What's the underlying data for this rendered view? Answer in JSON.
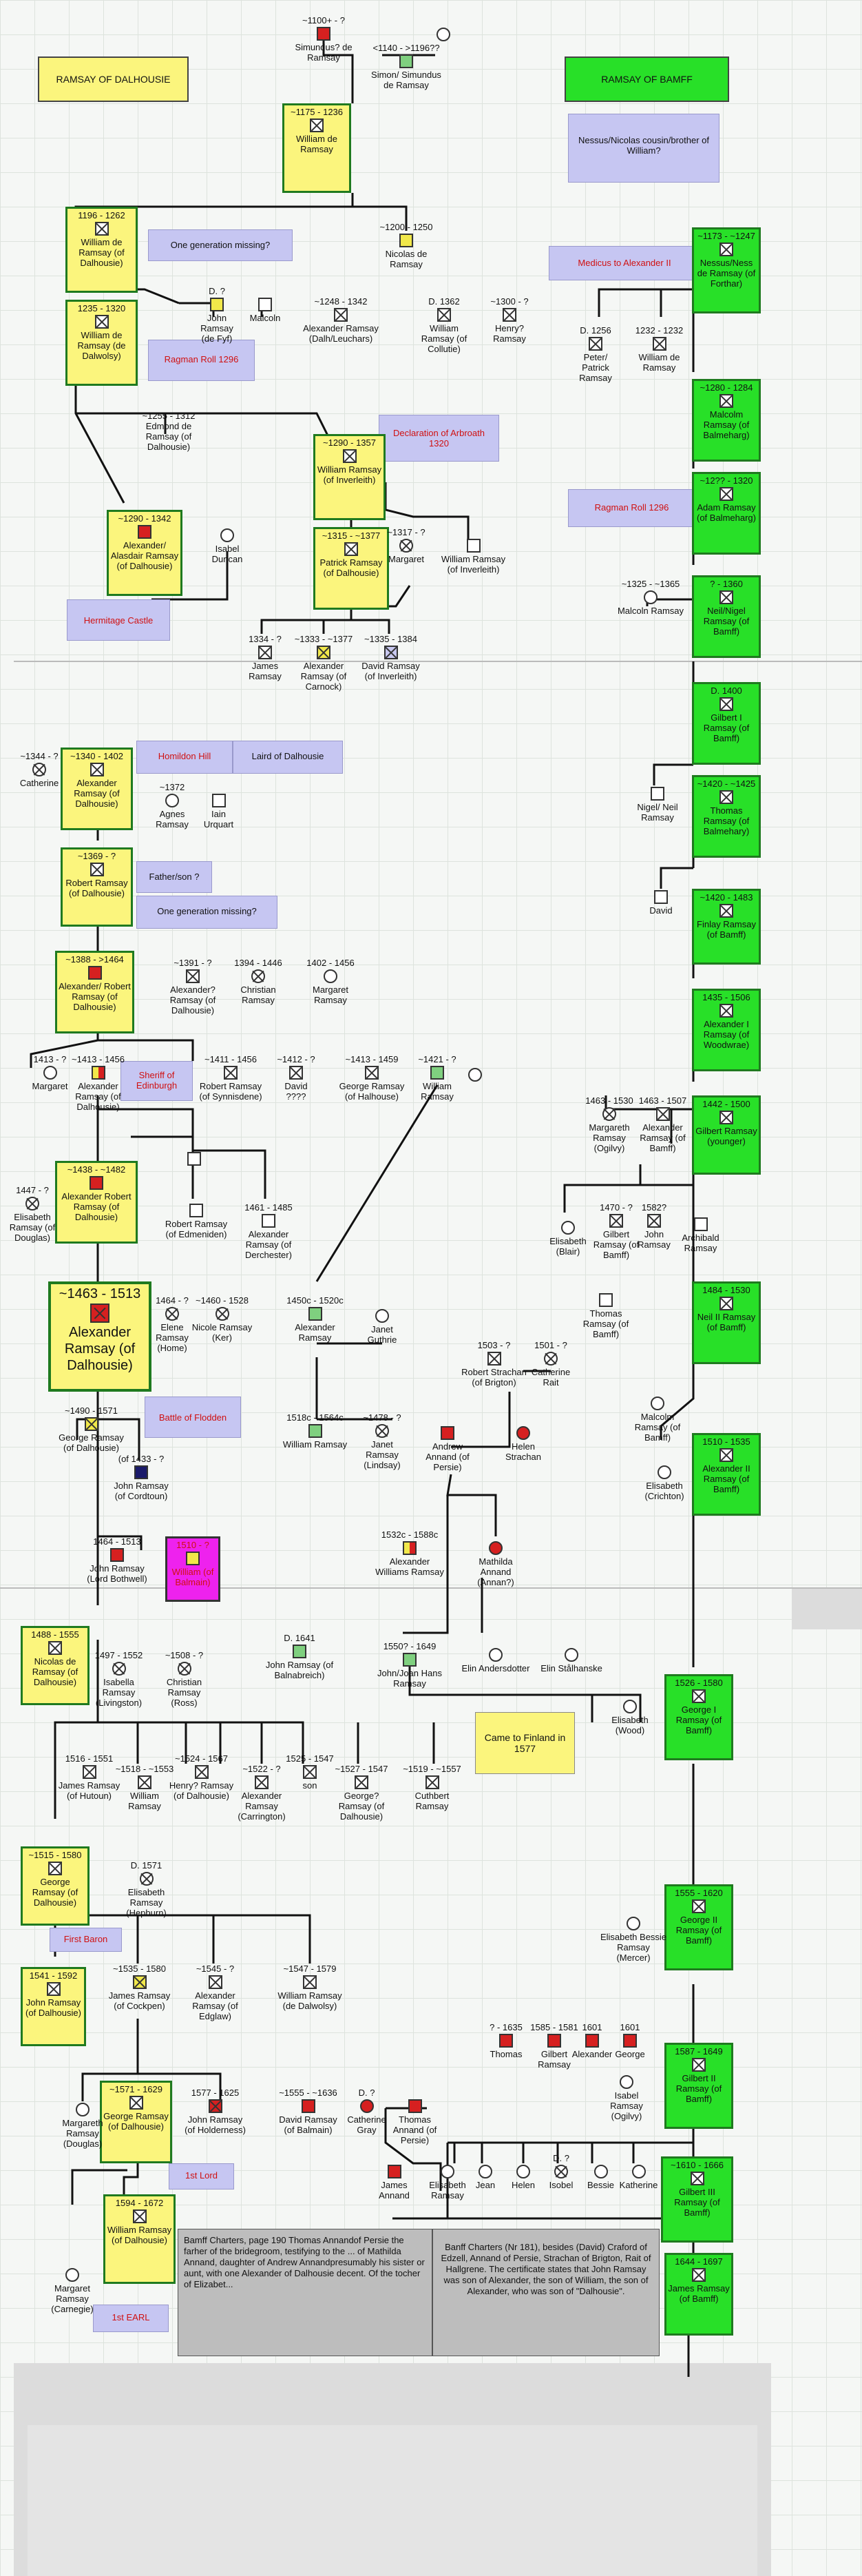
{
  "titles": {
    "dalhousie": "RAMSAY OF DALHOUSIE",
    "banff": "RAMSAY OF BAMFF"
  },
  "notes": {
    "nessus": "Nessus/Nicolas cousin/brother of William?",
    "onegen1": "One generation missing?",
    "medicus": "Medicus to Alexander II",
    "ragman1": "Ragman Roll 1296",
    "arbroath": "Declaration of Arbroath 1320",
    "ragman2": "Ragman Roll 1296",
    "hermitage": "Hermitage Castle",
    "homildon": "Homildon Hill",
    "laird": "Laird of Dalhousie",
    "fatherson": "Father/son ?",
    "onegen2": "One generation missing?",
    "sheriff": "Sheriff of Edinburgh",
    "flodden": "Battle of Flodden",
    "finland": "Came to Finland in 1577",
    "firstbaron": "First Baron",
    "firstlord": "1st Lord",
    "firstearl": "1st EARL"
  },
  "persons": {
    "simundus": {
      "date": "~1100+ - ?",
      "name": "Simundus? de Ramsay"
    },
    "simon": {
      "date": "<1140 - >1196??",
      "name": "Simon/ Simundus de Ramsay"
    },
    "william1": {
      "date": "~1175 - 1236",
      "name": "William de Ramsay"
    },
    "william2": {
      "date": "1196 - 1262",
      "name": "William de Ramsay (of Dalhousie)"
    },
    "william3": {
      "date": "1235 - 1320",
      "name": "William de Ramsay (de Dalwolsy)"
    },
    "johnfyf": {
      "date": "D. ?",
      "name": "John Ramsay (de Fyf)"
    },
    "malcolm1": {
      "date": "",
      "name": "Malcoln"
    },
    "nicolas": {
      "date": "~1200 - 1250",
      "name": "Nicolas de Ramsay"
    },
    "alexdalh": {
      "date": "~1248 - 1342",
      "name": "Alexander Ramsay (Dalh/Leuchars)"
    },
    "wcollute": {
      "date": "D. 1362",
      "name": "William Ramsay (of Collutie)"
    },
    "henry": {
      "date": "~1300 - ?",
      "name": "Henry? Ramsay"
    },
    "edmond": {
      "date": "~1255 - 1312",
      "name": "Edmond de Ramsay (of Dalhousie)"
    },
    "winverl": {
      "date": "~1290 - 1357",
      "name": "William Ramsay (of Inverleith)"
    },
    "alexander1": {
      "date": "~1290 - 1342",
      "name": "Alexander/ Alasdair Ramsay (of Dalhousie)"
    },
    "isabel": {
      "date": "",
      "name": "Isabel Duncan"
    },
    "patrick": {
      "date": "~1315 - ~1377",
      "name": "Patrick Ramsay (of Dalhousie)"
    },
    "margaret1": {
      "date": "~1317 - ?",
      "name": "Margaret"
    },
    "winverl2": {
      "date": "",
      "name": "William Ramsay (of Inverleith)"
    },
    "james1": {
      "date": "1334 - ?",
      "name": "James Ramsay"
    },
    "alexcarnock": {
      "date": "~1333 - ~1377",
      "name": "Alexander Ramsay (of Carnock)"
    },
    "david1": {
      "date": "~1335 - 1384",
      "name": "David Ramsay (of Inverleith)"
    },
    "peter": {
      "date": "D. 1256",
      "name": "Peter/ Patrick Ramsay"
    },
    "wram": {
      "date": "1232 - 1232",
      "name": "William de Ramsay"
    },
    "malcolm2": {
      "date": "~1325 - ~1365",
      "name": "Malcoln Ramsay"
    },
    "catherine1": {
      "date": "~1344 - ?",
      "name": "Catherine"
    },
    "alexander2": {
      "date": "~1340 - 1402",
      "name": "Alexander Ramsay (of Dalhousie)"
    },
    "agnes": {
      "date": "~1372",
      "name": "Agnes Ramsay"
    },
    "iain": {
      "date": "",
      "name": "Iain Urquart"
    },
    "robert1": {
      "date": "~1369 - ?",
      "name": "Robert Ramsay (of Dalhousie)"
    },
    "alexrob1": {
      "date": "~1388 - >1464",
      "name": "Alexander/ Robert Ramsay (of Dalhousie)"
    },
    "alexq": {
      "date": "~1391 - ?",
      "name": "Alexander? Ramsay (of Dalhousie)"
    },
    "christian1": {
      "date": "1394 - 1446",
      "name": "Christian Ramsay"
    },
    "margaret2": {
      "date": "1402 - 1456",
      "name": "Margaret Ramsay"
    },
    "margaret3": {
      "date": "1413 - ?",
      "name": "Margaret"
    },
    "alexander3": {
      "date": "~1413 - 1456",
      "name": "Alexander Ramsay (of Dalhousie)"
    },
    "robsyn": {
      "date": "~1411 - 1456",
      "name": "Robert Ramsay (of Synnisdene)"
    },
    "david2": {
      "date": "~1412 - ?",
      "name": "David ????"
    },
    "george1": {
      "date": "~1413 - 1459",
      "name": "George Ramsay (of Halhouse)"
    },
    "william4": {
      "date": "~1421 - ?",
      "name": "William Ramsay"
    },
    "elisabeth1": {
      "date": "1447 - ?",
      "name": "Elisabeth Ramsay (of Douglas)"
    },
    "alexrob2": {
      "date": "~1438 - ~1482",
      "name": "Alexander Robert Ramsay (of Dalhousie)"
    },
    "robedm": {
      "date": "",
      "name": "Robert Ramsay (of Edmeniden)"
    },
    "alexderch": {
      "date": "1461 - 1485",
      "name": "Alexander Ramsay (of Derchester)"
    },
    "alexbig": {
      "date": "~1463 - 1513",
      "name": "Alexander Ramsay (of Dalhousie)"
    },
    "elene": {
      "date": "1464 - ?",
      "name": "Elene Ramsay (Home)"
    },
    "nicole": {
      "date": "~1460 - 1528",
      "name": "Nicole Ramsay (Ker)"
    },
    "alex1450": {
      "date": "1450c - 1520c",
      "name": "Alexander Ramsay"
    },
    "janetg": {
      "date": "",
      "name": "Janet Guthrie"
    },
    "robstrachan": {
      "date": "1503 - ?",
      "name": "Robert Strachan (of Brigton)"
    },
    "cathrait": {
      "date": "1501 - ?",
      "name": "Catherine Rait"
    },
    "george2": {
      "date": "~1490 - 1571",
      "name": "George Ramsay (of Dalhousie)"
    },
    "johncord": {
      "date": "(of 1433 - ?",
      "name": "John Ramsay (of Cordtoun)"
    },
    "wram1518": {
      "date": "1518c - 1564c",
      "name": "William Ramsay"
    },
    "janetlind": {
      "date": "~1478 - ?",
      "name": "Janet Ramsay (Lindsay)"
    },
    "andrewannand": {
      "date": "",
      "name": "Andrew Annand (of Persie)"
    },
    "helen": {
      "date": "",
      "name": "Helen Strachan"
    },
    "johnbothwell": {
      "date": "1464 - 1513",
      "name": "John Ramsay (Lord Bothwell)"
    },
    "wbalmain": {
      "date": "1510 - ?",
      "name": "William (of Balmain)"
    },
    "alexwill": {
      "date": "1532c - 1588c",
      "name": "Alexander Williams Ramsay"
    },
    "mathilda": {
      "date": "",
      "name": "Mathilda Annand (Annan?)"
    },
    "nicolas2": {
      "date": "1488 - 1555",
      "name": "Nicolas de Ramsay (of Dalhousie)"
    },
    "isabella": {
      "date": "1497 - 1552",
      "name": "Isabella Ramsay (Livingston)"
    },
    "christian2": {
      "date": "~1508 - ?",
      "name": "Christian Ramsay (Ross)"
    },
    "johnbaln": {
      "date": "D. 1641",
      "name": "John Ramsay (of Balnabreich)"
    },
    "johnhans": {
      "date": "1550? - 1649",
      "name": "John/Joan Hans Ramsay"
    },
    "elin1": {
      "date": "",
      "name": "Elin Andersdotter"
    },
    "elin2": {
      "date": "",
      "name": "Elin Stålhanske"
    },
    "elisabethwood": {
      "date": "",
      "name": "Elisabeth (Wood)"
    },
    "jameshut": {
      "date": "1516 - 1551",
      "name": "James Ramsay (of Hutoun)"
    },
    "wram1518b": {
      "date": "~1518 - ~1553",
      "name": "William Ramsay"
    },
    "henrydal": {
      "date": "~1524 - 1567",
      "name": "Henry? Ramsay (of Dalhousie)"
    },
    "alexcarr": {
      "date": "~1522 - ?",
      "name": "Alexander Ramsay (Carrington)"
    },
    "son": {
      "date": "1525 - 1547",
      "name": "son"
    },
    "georgeq": {
      "date": "~1527 - 1547",
      "name": "George? Ramsay (of Dalhousie)"
    },
    "cuthbert": {
      "date": "~1519 - ~1557",
      "name": "Cuthbert Ramsay"
    },
    "george3": {
      "date": "~1515 - 1580",
      "name": "George Ramsay (of Dalhousie)"
    },
    "elisheb": {
      "date": "D. 1571",
      "name": "Elisabeth Ramsay (Hepburn)"
    },
    "elisbessie": {
      "date": "",
      "name": "Elisabeth Bessie Ramsay (Mercer)"
    },
    "john1541": {
      "date": "1541 - 1592",
      "name": "John Ramsay (of Dalhousie)"
    },
    "jamescock": {
      "date": "~1535 - 1580",
      "name": "James Ramsay (of Cockpen)"
    },
    "alexedg": {
      "date": "~1545 - ?",
      "name": "Alexander Ramsay (of Edglaw)"
    },
    "wdal": {
      "date": "~1547 - 1579",
      "name": "William Ramsay (de Dalwolsy)"
    },
    "thomas": {
      "date": "? - 1635",
      "name": "Thomas"
    },
    "gilbertram": {
      "date": "1585 - 1581",
      "name": "Gilbert Ramsay"
    },
    "alexander4": {
      "date": "1601",
      "name": "Alexander"
    },
    "george4": {
      "date": "1601",
      "name": "George"
    },
    "isabelogil": {
      "date": "",
      "name": "Isabel Ramsay (Ogilvy)"
    },
    "margdoug": {
      "date": "",
      "name": "Margareth Ramsay (Douglas)"
    },
    "george5": {
      "date": "~1571 - 1629",
      "name": "George Ramsay (of Dalhousie)"
    },
    "johnhold": {
      "date": "1577 - 1625",
      "name": "John Ramsay (of Holderness)"
    },
    "davidbalm": {
      "date": "~1555 - ~1636",
      "name": "David Ramsay (of Balmain)"
    },
    "cathgray": {
      "date": "D. ?",
      "name": "Catherine Gray"
    },
    "thomasann": {
      "date": "",
      "name": "Thomas Annand (of Persie)"
    },
    "jamesann": {
      "date": "",
      "name": "James Annand"
    },
    "elisabeth2": {
      "date": "",
      "name": "Elisabeth Ramsay"
    },
    "jean": {
      "date": "",
      "name": "Jean"
    },
    "helen2": {
      "date": "",
      "name": "Helen"
    },
    "isobel": {
      "date": "D. ?",
      "name": "Isobel"
    },
    "bessie": {
      "date": "",
      "name": "Bessie"
    },
    "katherine": {
      "date": "",
      "name": "Katherine"
    },
    "margcarn": {
      "date": "",
      "name": "Margaret Ramsay (Carnegie)"
    },
    "wram1594": {
      "date": "1594 - 1672",
      "name": "William Ramsay (of Dalhousie)"
    },
    "elisabethcr": {
      "date": "",
      "name": "Elisabeth (Crichton)"
    },
    "malcolmbamff": {
      "date": "",
      "name": "Malcolm Ramsay (of Bamff)"
    },
    "margogil": {
      "date": "1463 - 1530",
      "name": "Margareth Ramsay (Ogilvy)"
    },
    "alexbamff": {
      "date": "1463 - 1507",
      "name": "Alexander Ramsay (of Bamff)"
    },
    "elisblair": {
      "date": "",
      "name": "Elisabeth (Blair)"
    },
    "gilbertbamff": {
      "date": "1470 - ?",
      "name": "Gilbert Ramsay (of Bamff)"
    },
    "johnram": {
      "date": "1582?",
      "name": "John Ramsay"
    },
    "archibald": {
      "date": "",
      "name": "Archibald Ramsay"
    },
    "thomasbamff": {
      "date": "",
      "name": "Thomas Ramsay (of Bamff)"
    },
    "nigel": {
      "date": "",
      "name": "Nigel/ Neil Ramsay"
    },
    "david3": {
      "date": "",
      "name": "David"
    }
  },
  "banff": {
    "b1": {
      "date": "~1173 - ~1247",
      "name": "Nessus/Ness de Ramsay (of Forthar)"
    },
    "b2": {
      "date": "~1280 - 1284",
      "name": "Malcolm Ramsay (of Balmeharg)"
    },
    "b3": {
      "date": "~12?? - 1320",
      "name": "Adam Ramsay (of Balmeharg)"
    },
    "b4": {
      "date": "? - 1360",
      "name": "Neil/Nigel Ramsay (of Bamff)"
    },
    "b5": {
      "date": "D. 1400",
      "name": "Gilbert I Ramsay (of Bamff)"
    },
    "b6": {
      "date": "~1420 - ~1425",
      "name": "Thomas Ramsay (of Balmehary)"
    },
    "b7": {
      "date": "~1420 - 1483",
      "name": "Finlay Ramsay (of Bamff)"
    },
    "b8": {
      "date": "1435 - 1506",
      "name": "Alexander I Ramsay (of Woodwrae)"
    },
    "b9": {
      "date": "1442 - 1500",
      "name": "Gilbert Ramsay (younger)"
    },
    "b10": {
      "date": "1484 - 1530",
      "name": "Neil II Ramsay (of Bamff)"
    },
    "b11": {
      "date": "1510 - 1535",
      "name": "Alexander II Ramsay (of Bamff)"
    },
    "b12": {
      "date": "1526 - 1580",
      "name": "George I Ramsay (of Bamff)"
    },
    "b13": {
      "date": "1555 - 1620",
      "name": "George II Ramsay (of Bamff)"
    },
    "b14": {
      "date": "1587 - 1649",
      "name": "Gilbert II Ramsay (of Bamff)"
    },
    "b15": {
      "date": "~1610 - 1666",
      "name": "Gilbert III Ramsay (of Bamff)"
    },
    "b16": {
      "date": "1644 - 1697",
      "name": "James Ramsay (of Bamff)"
    }
  },
  "charters": {
    "left": "Bamff Charters, page 190 Thomas Annandof Persie the farher of the bridegroom, testifying to the ... of Mathilda Annand, daughter of Andrew Annandpresumably his sister or aunt, with one Alexander of Dalhousie decent. Of the tocher of Elizabet...",
    "right": "Banff Charters (Nr 181), besides (David) Craford of Edzell, Annand of Persie, Strachan of Brigton, Rait of Hallgrene. The certificate states that John Ramsay was son of Alexander, the son of William, the son of Alexander, who was son of \"Dalhousie\"."
  }
}
